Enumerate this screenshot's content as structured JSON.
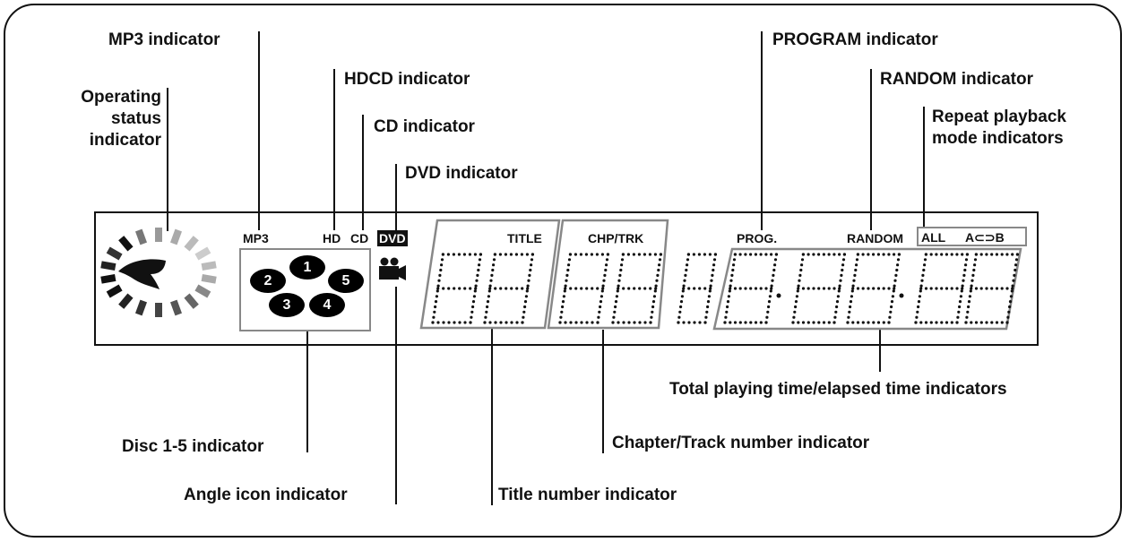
{
  "labels": {
    "mp3_indicator": "MP3 indicator",
    "hdcd_indicator": "HDCD indicator",
    "operating_status": "Operating\nstatus\nindicator",
    "cd_indicator": "CD indicator",
    "dvd_indicator": "DVD indicator",
    "program_indicator": "PROGRAM indicator",
    "random_indicator": "RANDOM indicator",
    "repeat_indicators": "Repeat playback\nmode indicators",
    "total_time": "Total playing time/elapsed time indicators",
    "disc_indicator": "Disc 1-5 indicator",
    "chapter_track": "Chapter/Track number indicator",
    "angle_icon": "Angle icon indicator",
    "title_number": "Title number indicator"
  },
  "display": {
    "mp3": "MP3",
    "hd": "HD",
    "cd": "CD",
    "dvd": "DVD",
    "title": "TITLE",
    "chp_trk": "CHP/TRK",
    "prog": "PROG.",
    "random": "RANDOM",
    "all": "ALL",
    "ab": "A⊂⊃B",
    "discs": [
      "1",
      "2",
      "5",
      "3",
      "4"
    ]
  }
}
